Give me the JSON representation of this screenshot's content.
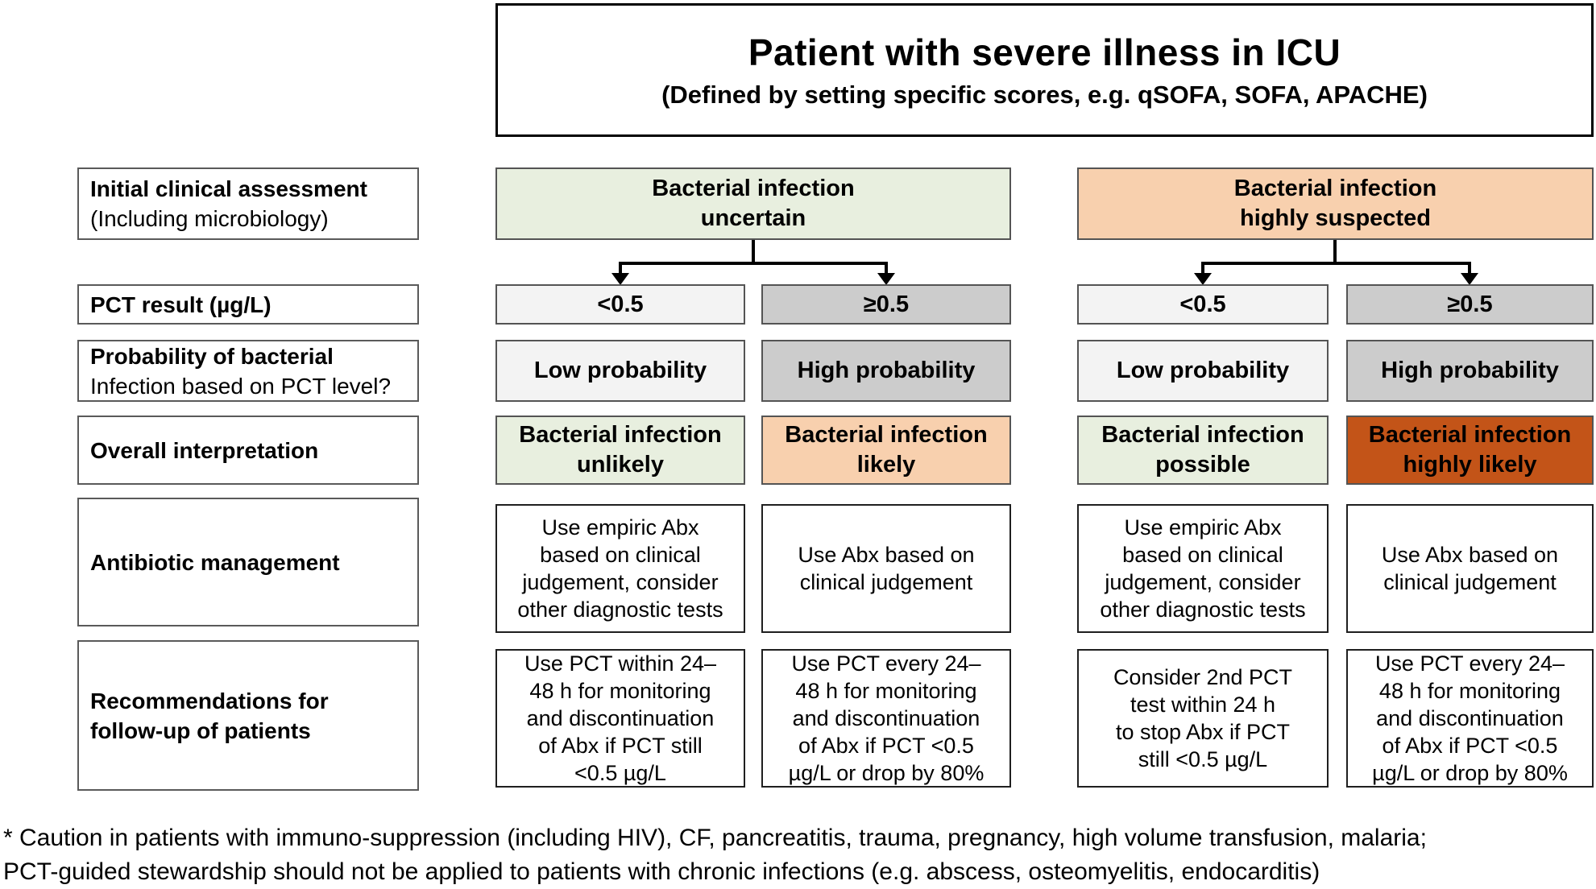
{
  "title": {
    "line1": "Patient with severe illness in ICU",
    "line2": "(Defined by setting specific scores, e.g. qSOFA, SOFA, APACHE)"
  },
  "row_labels": [
    {
      "bold": "Initial clinical assessment",
      "normal": "(Including microbiology)"
    },
    {
      "bold": "PCT result (µg/L)",
      "normal": ""
    },
    {
      "bold": "Probability of bacterial",
      "normal": "Infection based on PCT level?"
    },
    {
      "bold": "Overall interpretation",
      "normal": ""
    },
    {
      "bold": "Antibiotic management",
      "normal": ""
    },
    {
      "bold": "Recommendations for\nfollow-up of patients",
      "normal": ""
    }
  ],
  "branches": [
    {
      "header": "Bacterial infection\nuncertain"
    },
    {
      "header": "Bacterial infection\nhighly suspected"
    }
  ],
  "columns": [
    {
      "pct": "<0.5",
      "probability": "Low probability",
      "interpretation": "Bacterial infection\nunlikely",
      "antibiotic": "Use empiric Abx\nbased on clinical\njudgement, consider\nother diagnostic tests",
      "recommendation": "Use PCT within 24–\n48 h for monitoring\nand discontinuation\nof Abx if PCT still\n<0.5 µg/L"
    },
    {
      "pct": "≥0.5",
      "probability": "High probability",
      "interpretation": "Bacterial infection\nlikely",
      "antibiotic": "Use Abx based on\nclinical judgement",
      "recommendation": "Use PCT every 24–\n48 h for monitoring\nand discontinuation\nof Abx if PCT <0.5\nµg/L or drop by 80%"
    },
    {
      "pct": "<0.5",
      "probability": "Low probability",
      "interpretation": "Bacterial infection\npossible",
      "antibiotic": "Use empiric Abx\nbased on clinical\njudgement, consider\nother diagnostic tests",
      "recommendation": "Consider 2nd PCT\ntest within 24 h\nto stop Abx if PCT\nstill <0.5 µg/L"
    },
    {
      "pct": "≥0.5",
      "probability": "High probability",
      "interpretation": "Bacterial infection\nhighly likely",
      "antibiotic": "Use Abx based on\nclinical judgement",
      "recommendation": "Use PCT every 24–\n48 h for monitoring\nand discontinuation\nof Abx if PCT <0.5\nµg/L or drop by 80%"
    }
  ],
  "footnote": {
    "line1": "* Caution in patients with immuno-suppression (including HIV), CF, pancreatitis, trauma, pregnancy, high volume transfusion, malaria;",
    "line2": "PCT-guided stewardship should not be applied to patients with chronic infections (e.g. abscess, osteomyelitis, endocarditis)"
  },
  "colors": {
    "green": "#e8efdf",
    "peach": "#f8d0ae",
    "dark_orange": "#c35418",
    "light_gray": "#f3f3f3",
    "mid_gray": "#cccccc"
  }
}
